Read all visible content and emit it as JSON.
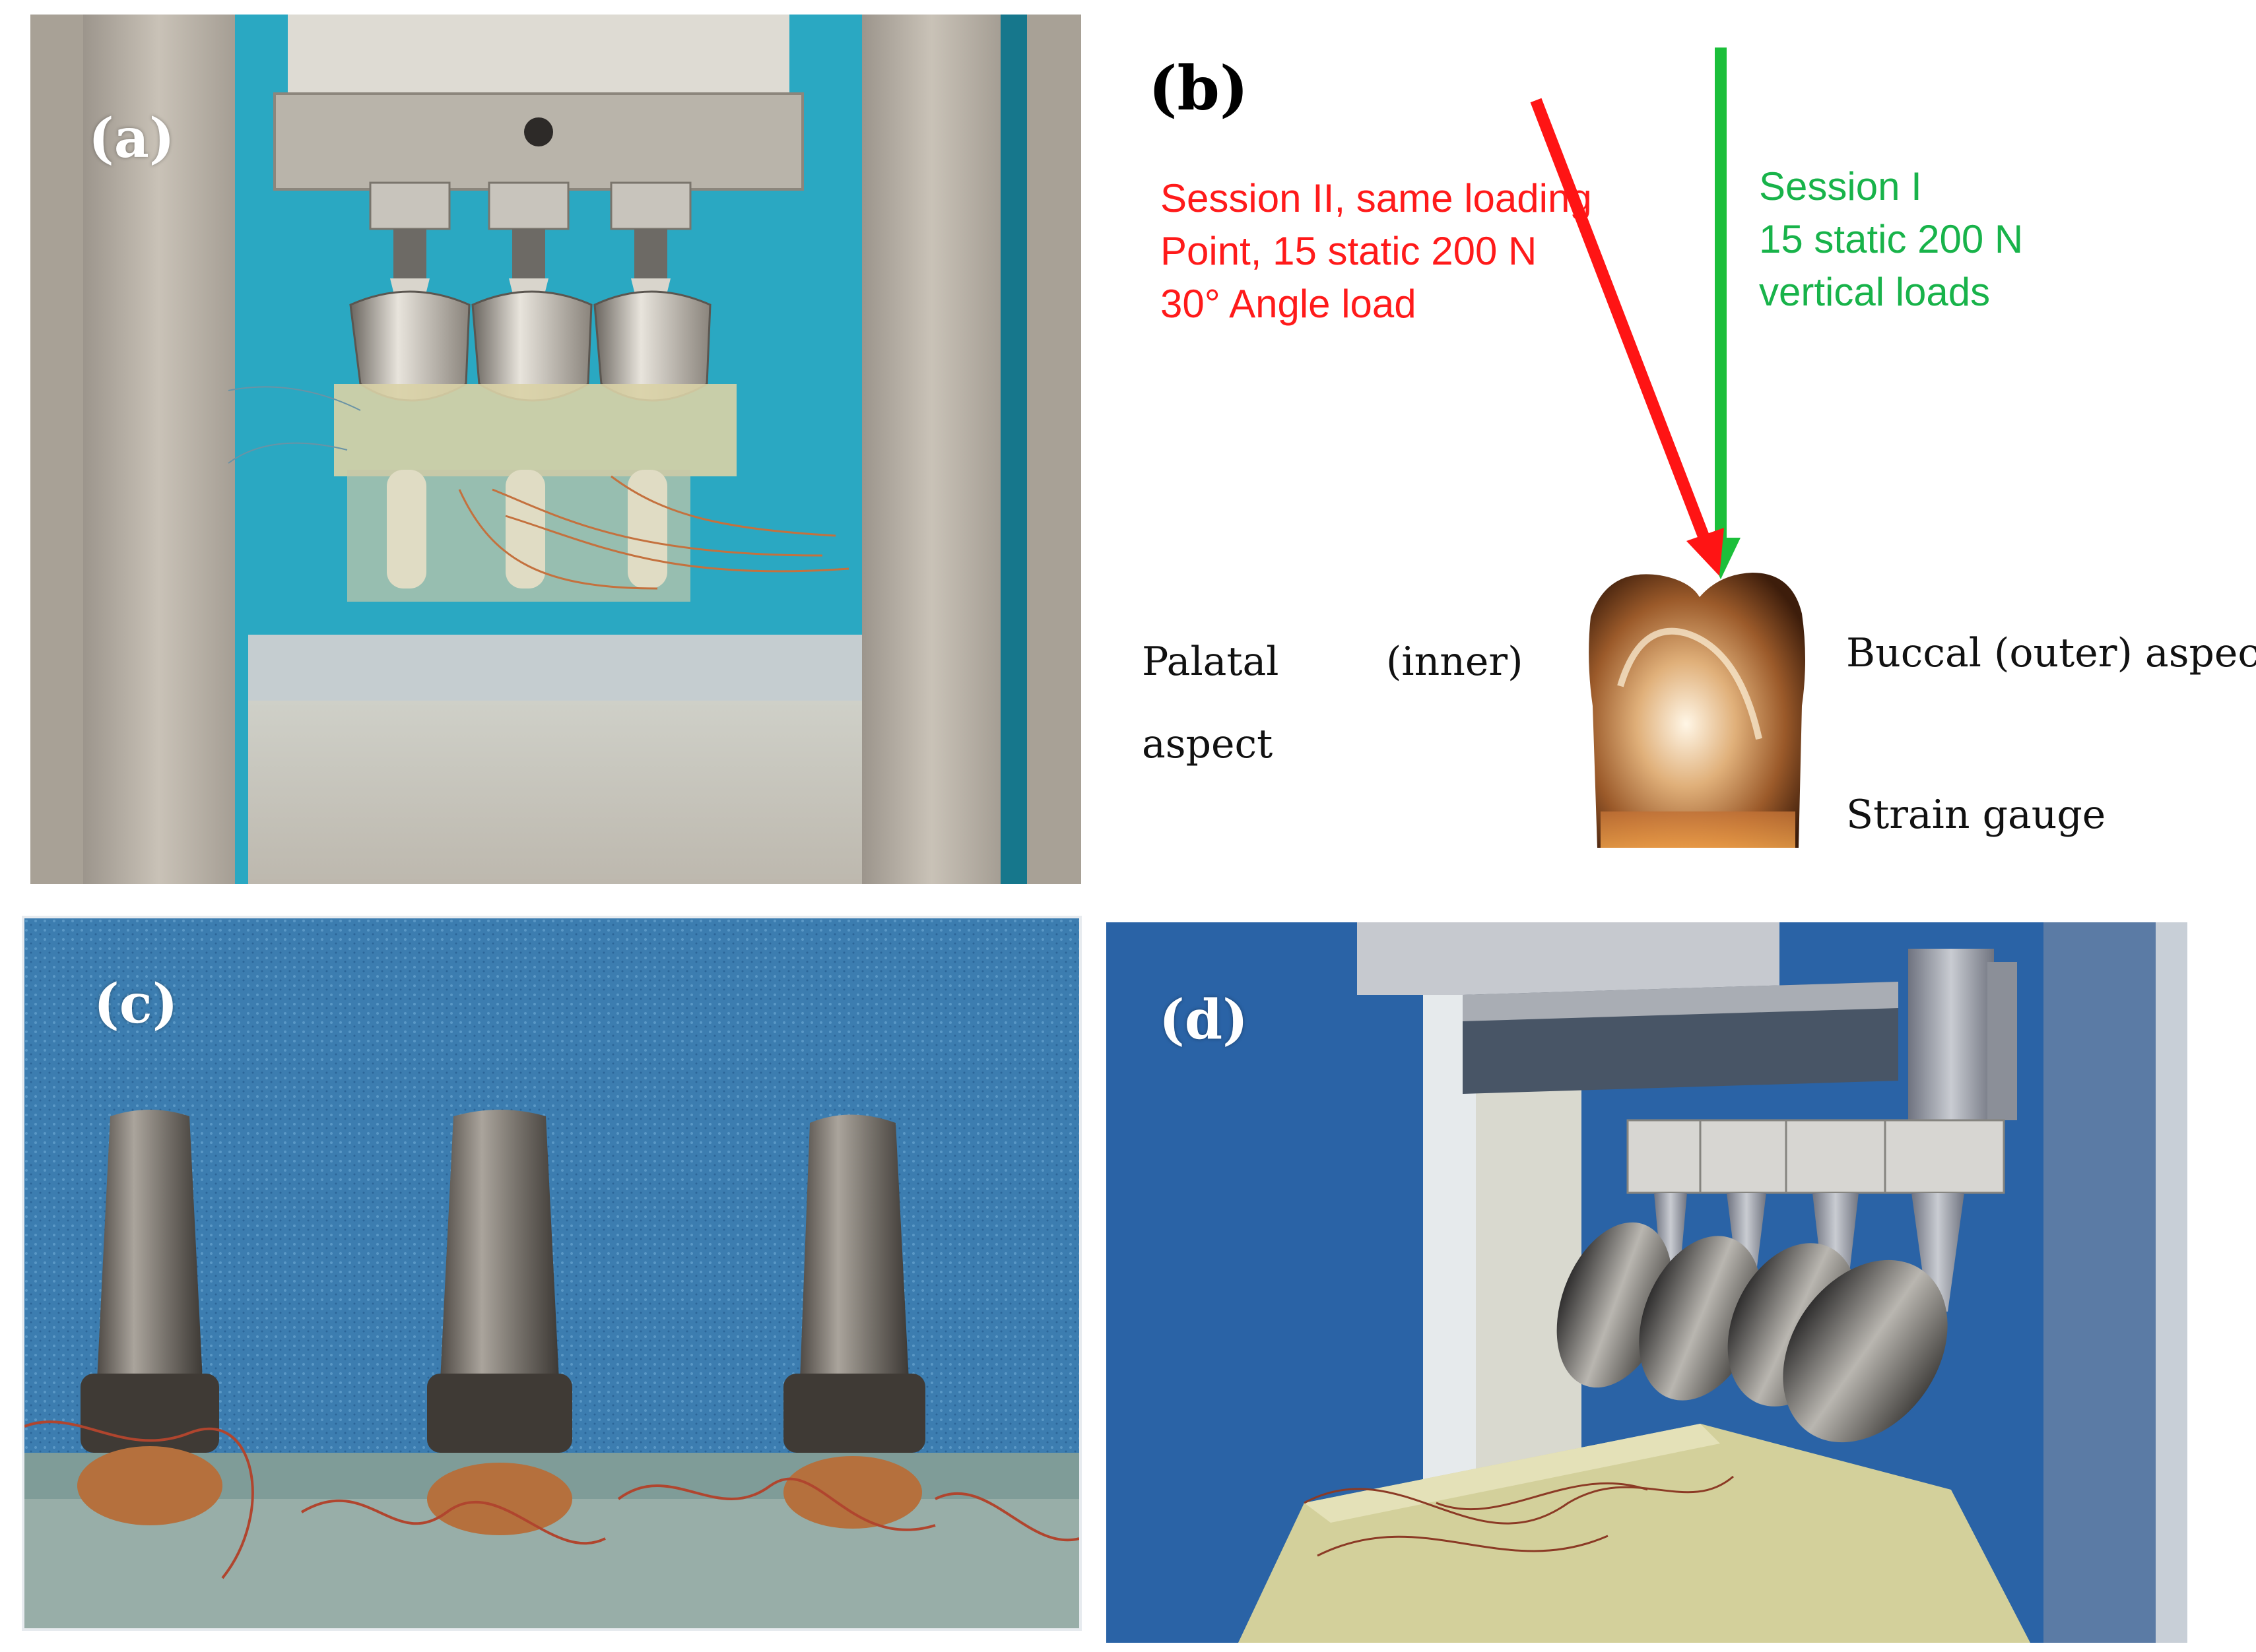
{
  "figure": {
    "panels": {
      "a": {
        "label": "(a)",
        "description_icon": "dental-implant-test-fixture-photo"
      },
      "b": {
        "label": "(b)",
        "session2": [
          "Session II, same loading",
          "Point, 15 static 200 N",
          "30° Angle load"
        ],
        "session1": [
          "Session I",
          "15 static 200 N",
          "vertical loads"
        ],
        "palatal": "Palatal",
        "inner": "(inner)",
        "aspect": "aspect",
        "buccal": "Buccal (outer) aspect",
        "strain": "Strain gauge",
        "colors": {
          "session2": "#ff1a1a",
          "session1": "#18b34a",
          "arrow_red": "#ff1414",
          "arrow_green": "#1bbf3a"
        }
      },
      "c": {
        "label": "(c)",
        "description_icon": "implant-abutments-photo"
      },
      "d": {
        "label": "(d)",
        "description_icon": "angled-loading-fixture-photo"
      }
    }
  }
}
